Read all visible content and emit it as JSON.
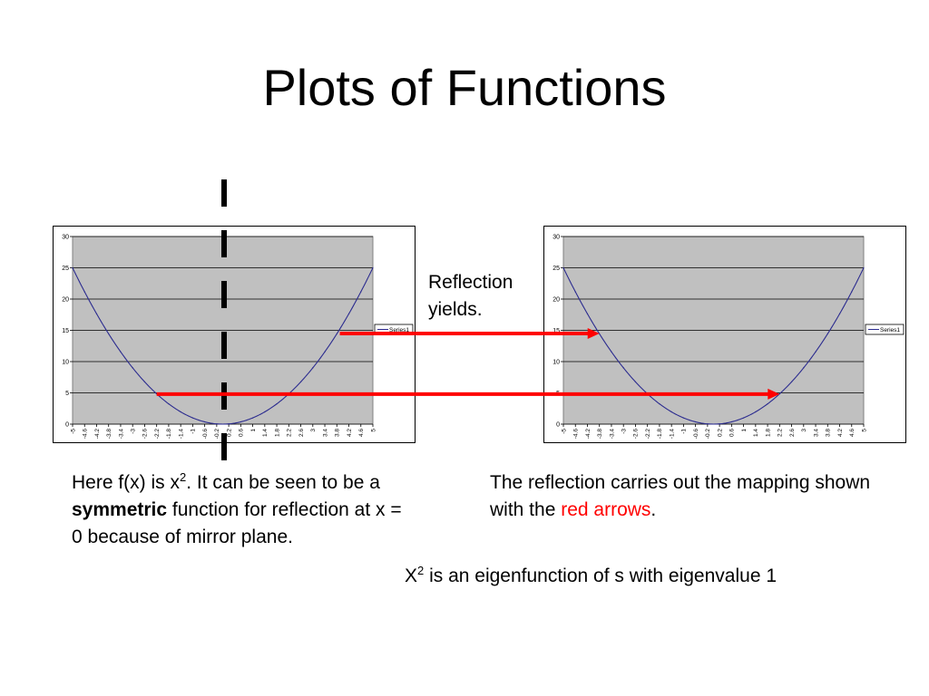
{
  "slide": {
    "title": "Plots of Functions",
    "reflection_label": {
      "line1": "Reflection",
      "line2": "yields."
    },
    "left_text": {
      "p1": "Here f(x) is x",
      "sup": "2",
      "p2": ".  It can be seen to be a ",
      "bold": "symmetric",
      "p3": " function for reflection at x = 0 because of mirror plane."
    },
    "right_text": {
      "p1": "The reflection carries out the mapping shown with the ",
      "red": "red arrows",
      "p2": "."
    },
    "eigen_text": {
      "base": "X",
      "sup": "2",
      "rest": " is an eigenfunction of s with eigenvalue 1"
    }
  },
  "colors": {
    "plot_area": "#c0c0c0",
    "curve": "#2b2b8f",
    "arrows": "#ff0000",
    "mirror_line": "#000000",
    "red_text": "#ff0000"
  },
  "chart_data": [
    {
      "type": "line",
      "x": [
        -5,
        -4.6,
        -4.2,
        -3.8,
        -3.4,
        -3,
        -2.6,
        -2.2,
        -1.8,
        -1.4,
        -1,
        -0.6,
        -0.2,
        0.2,
        0.6,
        1,
        1.4,
        1.8,
        2.2,
        2.6,
        3,
        3.4,
        3.8,
        4.2,
        4.6,
        5
      ],
      "x_tick_labels": [
        "-5",
        "-4.6",
        "-4.2",
        "-3.8",
        "-3.4",
        "-3",
        "-2.6",
        "-2.2",
        "-1.8",
        "-1.4",
        "-1",
        "-0.6",
        "-0.2",
        "0.2",
        "0.6",
        "1",
        "1.4",
        "1.8",
        "2.2",
        "2.6",
        "3",
        "3.4",
        "3.8",
        "4.2",
        "4.6",
        "5"
      ],
      "series": [
        {
          "name": "Series1",
          "values": [
            25,
            21.16,
            17.64,
            14.44,
            11.56,
            9,
            6.76,
            4.84,
            3.24,
            1.96,
            1,
            0.36,
            0.04,
            0.04,
            0.36,
            1,
            1.96,
            3.24,
            4.84,
            6.76,
            9,
            11.56,
            14.44,
            17.64,
            21.16,
            25
          ]
        }
      ],
      "y_ticks": [
        0,
        5,
        10,
        15,
        20,
        25,
        30
      ],
      "ylim": [
        0,
        30
      ],
      "grid": true,
      "legend": "right"
    },
    {
      "type": "line",
      "x": [
        -5,
        -4.6,
        -4.2,
        -3.8,
        -3.4,
        -3,
        -2.6,
        -2.2,
        -1.8,
        -1.4,
        -1,
        -0.6,
        -0.2,
        0.2,
        0.6,
        1,
        1.4,
        1.8,
        2.2,
        2.6,
        3,
        3.4,
        3.8,
        4.2,
        4.6,
        5
      ],
      "x_tick_labels": [
        "-5",
        "-4.6",
        "-4.2",
        "-3.8",
        "-3.4",
        "-3",
        "-2.6",
        "-2.2",
        "-1.8",
        "-1.4",
        "-1",
        "-0.6",
        "-0.2",
        "0.2",
        "0.6",
        "1",
        "1.4",
        "1.8",
        "2.2",
        "2.6",
        "3",
        "3.4",
        "3.8",
        "4.2",
        "4.6",
        "5"
      ],
      "series": [
        {
          "name": "Series1",
          "values": [
            25,
            21.16,
            17.64,
            14.44,
            11.56,
            9,
            6.76,
            4.84,
            3.24,
            1.96,
            1,
            0.36,
            0.04,
            0.04,
            0.36,
            1,
            1.96,
            3.24,
            4.84,
            6.76,
            9,
            11.56,
            14.44,
            17.64,
            21.16,
            25
          ]
        }
      ],
      "y_ticks": [
        0,
        5,
        10,
        15,
        20,
        25,
        30
      ],
      "ylim": [
        0,
        30
      ],
      "grid": true,
      "legend": "right"
    }
  ],
  "mapping_arrows": [
    {
      "from": {
        "chart": 0,
        "x": 3.9,
        "y": 14.5
      },
      "to": {
        "chart": 1,
        "x": -3.8,
        "y": 14.5
      }
    },
    {
      "from": {
        "chart": 0,
        "x": -2.2,
        "y": 4.8
      },
      "to": {
        "chart": 1,
        "x": 2.2,
        "y": 4.8
      }
    }
  ]
}
